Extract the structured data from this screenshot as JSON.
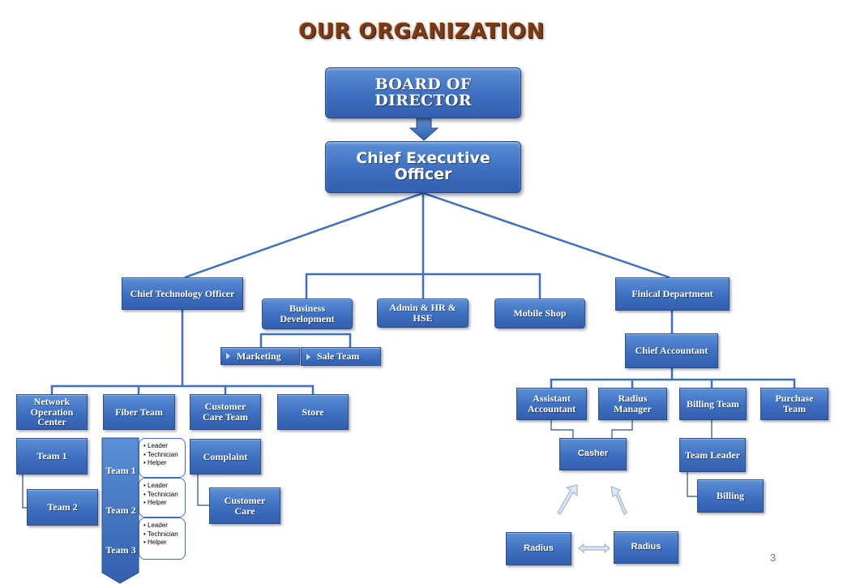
{
  "title": "OUR ORGANIZATION",
  "colors": {
    "box": "#3e6fc0",
    "line": "#3e6fc0",
    "title": "#7a3a14"
  },
  "board": "BOARD OF DIRECTOR",
  "ceo": "Chief Executive Officer",
  "cto": {
    "label": "Chief Technology Officer",
    "children": [
      "Network Operation Center",
      "Fiber Team",
      "Customer Care Team",
      "Store"
    ],
    "noc_teams": [
      "Team 1",
      "Team 2"
    ],
    "fiber_teams": [
      {
        "label": "Team 1",
        "members": [
          "Leader",
          "Technician",
          "Helper"
        ]
      },
      {
        "label": "Team 2",
        "members": [
          "Leader",
          "Technician",
          "Helper"
        ]
      },
      {
        "label": "Team 3",
        "members": [
          "Leader",
          "Technician",
          "Helper"
        ]
      }
    ],
    "customer_care": [
      "Complaint",
      "Customer Care"
    ]
  },
  "business_development": {
    "label": "Business Development",
    "children": [
      "Marketing",
      "Sale Team"
    ]
  },
  "admin_hr": "Admin  & HR & HSE",
  "mobile_shop": "Mobile  Shop",
  "finance": {
    "label": "Finical Department",
    "chief_accountant": "Chief Accountant",
    "children": [
      "Assistant Accountant",
      "Radius Manager",
      "Billing Team",
      "Purchase Team"
    ],
    "casher": "Casher",
    "radius": [
      "Radius",
      "Radius"
    ],
    "billing_chain": [
      "Team Leader",
      "Billing"
    ]
  },
  "page_number": "3"
}
